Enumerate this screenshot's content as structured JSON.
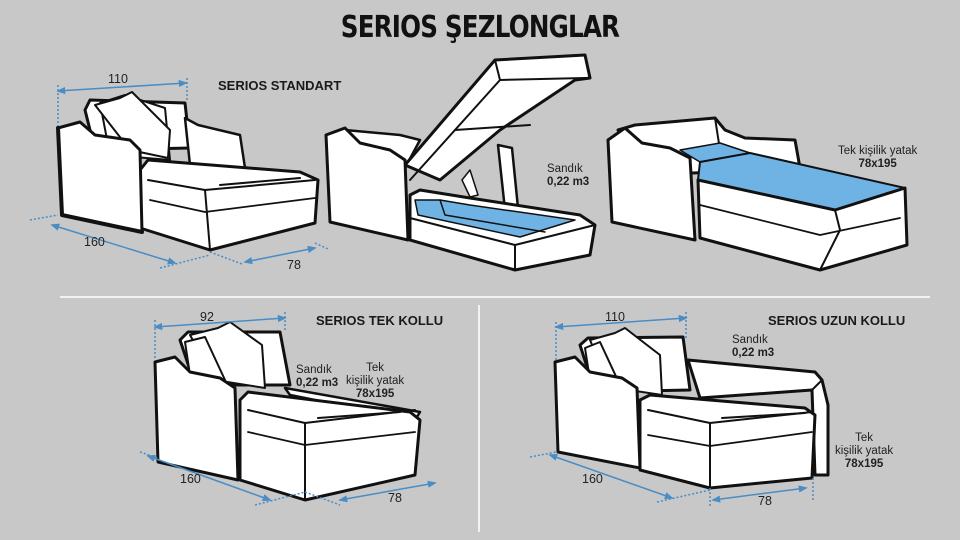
{
  "title": "SERIOS ŞEZLONGLAR",
  "colors": {
    "background": "#c8c8c8",
    "outline": "#111111",
    "sofa_fill": "#ffffff",
    "mattress_blue": "#6fb2e4",
    "dimension_line": "#4a8cc4",
    "divider": "#f2f2f2"
  },
  "models": [
    {
      "name": "SERIOS STANDART",
      "views": [
        "closed",
        "storage-open",
        "bed-open"
      ],
      "dimensions": {
        "width": "110",
        "length": "160",
        "depth": "78"
      },
      "storage": {
        "label": "Sandık",
        "value": "0,22 m3"
      },
      "bed": {
        "label_line1": "Tek kişilik yatak",
        "size": "78x195"
      }
    },
    {
      "name": "SERIOS TEK KOLLU",
      "dimensions": {
        "width": "92",
        "length": "160",
        "depth": "78"
      },
      "storage": {
        "label": "Sandık",
        "value": "0,22 m3"
      },
      "bed": {
        "label_line1": "Tek",
        "label_line2": "kişilik yatak",
        "size": "78x195"
      }
    },
    {
      "name": "SERIOS UZUN KOLLU",
      "dimensions": {
        "width": "110",
        "length": "160",
        "depth": "78"
      },
      "storage": {
        "label": "Sandık",
        "value": "0,22 m3"
      },
      "bed": {
        "label_line1": "Tek",
        "label_line2": "kişilik yatak",
        "size": "78x195"
      }
    }
  ]
}
